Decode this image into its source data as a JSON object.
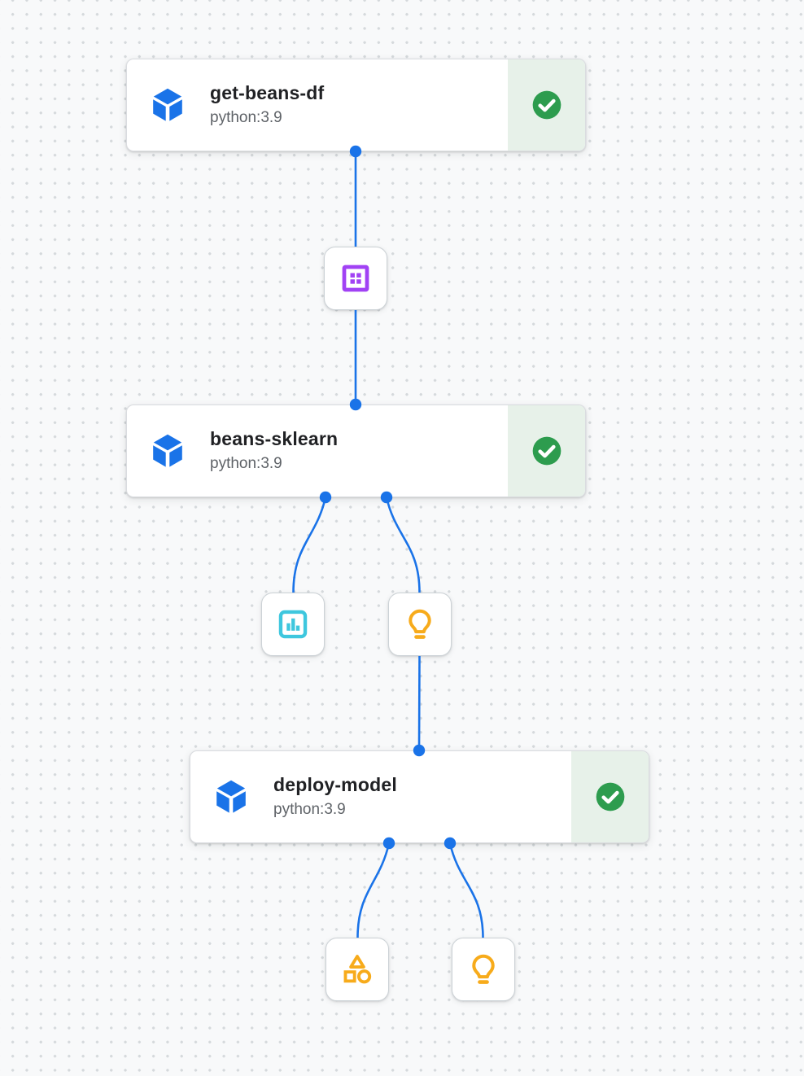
{
  "canvas": {
    "background_color": "#f8f9fa",
    "grid_dot_color": "#d5d9dc"
  },
  "pipeline": {
    "tasks": [
      {
        "id": "get-beans-df",
        "title": "get-beans-df",
        "subtitle": "python:3.9",
        "status": "succeeded"
      },
      {
        "id": "beans-sklearn",
        "title": "beans-sklearn",
        "subtitle": "python:3.9",
        "status": "succeeded"
      },
      {
        "id": "deploy-model",
        "title": "deploy-model",
        "subtitle": "python:3.9",
        "status": "succeeded"
      }
    ],
    "artifacts": [
      {
        "id": "dataset",
        "kind": "dataset",
        "color": "#a142f4"
      },
      {
        "id": "metrics",
        "kind": "metrics",
        "color": "#3ec7de"
      },
      {
        "id": "model-1",
        "kind": "model",
        "color": "#f7ab1b"
      },
      {
        "id": "generic-artifact",
        "kind": "artifact",
        "color": "#f7ab1b"
      },
      {
        "id": "model-2",
        "kind": "model",
        "color": "#f7ab1b"
      }
    ],
    "edges": [
      {
        "from": "get-beans-df",
        "to": "dataset"
      },
      {
        "from": "dataset",
        "to": "beans-sklearn"
      },
      {
        "from": "beans-sklearn",
        "to": "metrics"
      },
      {
        "from": "beans-sklearn",
        "to": "model-1"
      },
      {
        "from": "model-1",
        "to": "deploy-model"
      },
      {
        "from": "deploy-model",
        "to": "generic-artifact"
      },
      {
        "from": "deploy-model",
        "to": "model-2"
      }
    ],
    "colors": {
      "edge_blue": "#1a73e8",
      "component_blue": "#1a73e8",
      "success_green": "#2d9c4e",
      "success_background": "#e7f1e9",
      "dataset_purple": "#a142f4",
      "metrics_cyan": "#3ec7de",
      "model_amber": "#f7ab1b",
      "title_text": "#202124",
      "subtitle_text": "#5f6368"
    }
  }
}
